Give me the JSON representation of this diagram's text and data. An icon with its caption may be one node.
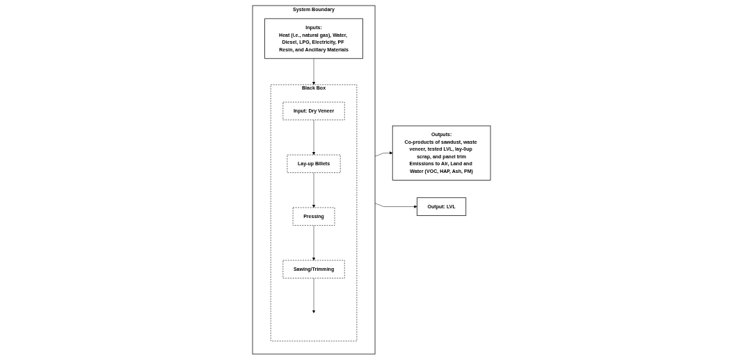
{
  "diagram": {
    "nodes": [
      {
        "text": [
          "System Boundary"
        ]
      },
      {
        "text": [
          "Inputs:",
          "Heat (i.e., natural gas), Water, Diesel, LPG, Electricity, PF Resin, and Ancillary Materials"
        ],
        "in": 0
      },
      {
        "text": [
          "Black Box"
        ],
        "in": 0
      },
      {
        "text": [
          "Input: Dry Veneer"
        ],
        "in": 2
      },
      {
        "text": [
          "Lay-up Billets"
        ],
        "in": 2
      },
      {
        "text": [
          "Pressing"
        ],
        "in": 2
      },
      {
        "text": [
          "Sawing/Trimming"
        ],
        "in": 2
      },
      {
        "text": [
          "Outputs:",
          "Co-products of sawdust, waste veneer, tested LVL, lay-0up scrap, and panel trim",
          "Emissions to Air, Land and Water (VOC, HAP, Ash, PM)"
        ]
      },
      {
        "text": [
          "Output: LVL"
        ]
      }
    ],
    "edges": [
      {
        "from": 1,
        "to": 2,
        "arrow": "to"
      },
      {
        "from": 3,
        "to": 4,
        "arrow": "to"
      },
      {
        "from": 4,
        "to": 5,
        "arrow": "to"
      },
      {
        "from": 5,
        "to": 6,
        "arrow": "to"
      },
      {
        "from": 6,
        "to": null,
        "arrow": "to"
      },
      {
        "from": 0,
        "to": 7,
        "arrow": "to"
      },
      {
        "from": 0,
        "to": 8,
        "arrow": "to"
      }
    ]
  }
}
